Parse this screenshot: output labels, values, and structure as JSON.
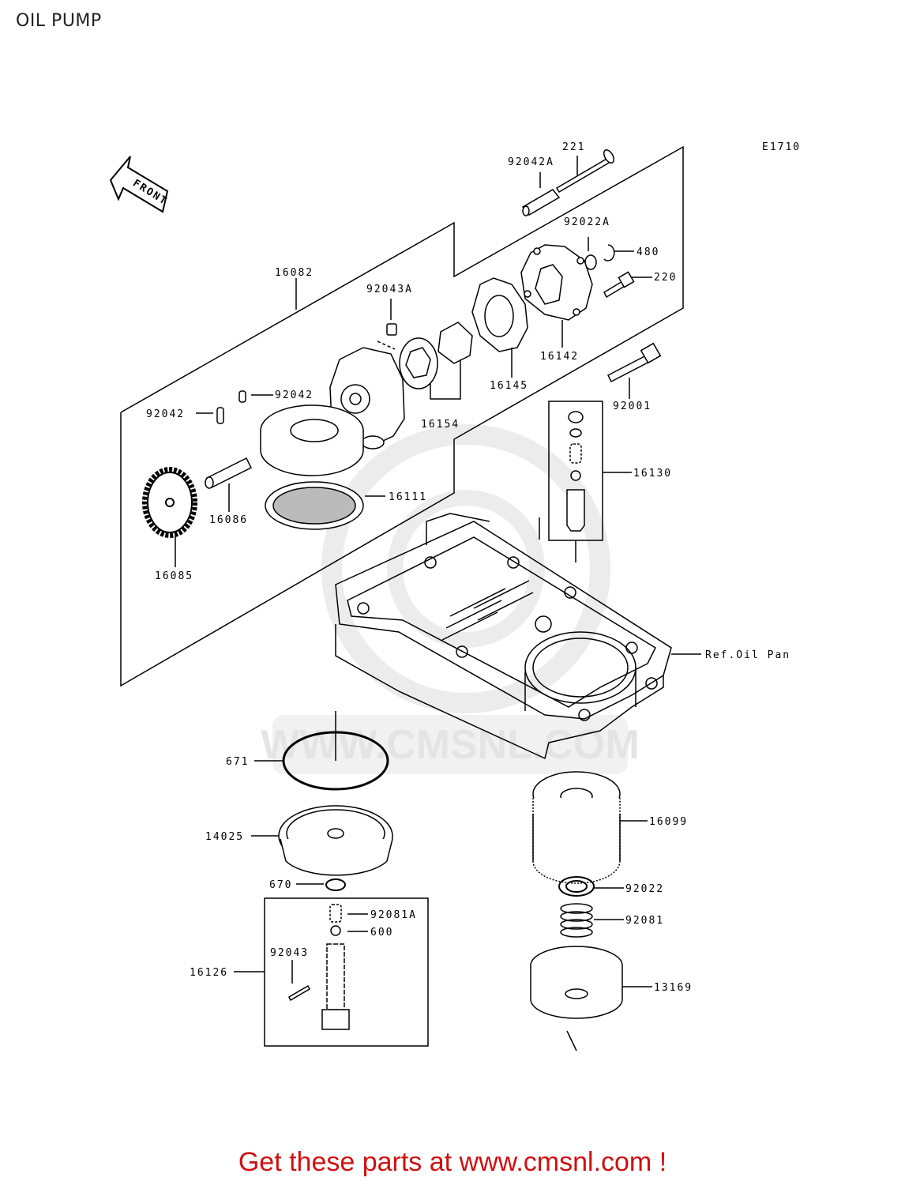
{
  "title": "OIL PUMP",
  "diagram_code": "E1710",
  "front_label": "FRONT",
  "watermark": "WWW.CMSNL.COM",
  "footer": "Get these parts at www.cmsnl.com !",
  "parts": {
    "p221": "221",
    "p92042A": "92042A",
    "p92022A": "92022A",
    "p480": "480",
    "p220": "220",
    "p16082": "16082",
    "p92043A": "92043A",
    "p16142": "16142",
    "p16145": "16145",
    "p16154": "16154",
    "p92042a": "92042",
    "p92042b": "92042",
    "p92001": "92001",
    "p16130": "16130",
    "p16111": "16111",
    "p16086": "16086",
    "p16085": "16085",
    "p_ref_oil_pan": "Ref.Oil Pan",
    "p671": "671",
    "p14025": "14025",
    "p16099": "16099",
    "p670": "670",
    "p92022": "92022",
    "p92081A": "92081A",
    "p600": "600",
    "p92081": "92081",
    "p92043": "92043",
    "p16126": "16126",
    "p13169": "13169"
  }
}
